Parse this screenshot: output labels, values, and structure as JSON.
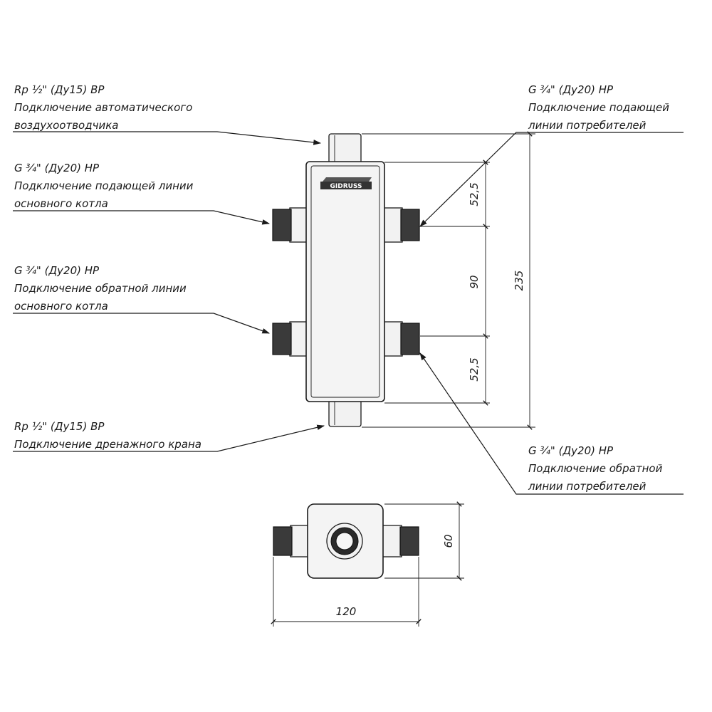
{
  "labels": {
    "air_vent": {
      "line1": "Rp ½\" (Ду15) ВР",
      "line2": "Подключение автоматического",
      "line3": "воздухоотводчика"
    },
    "boiler_supply": {
      "line1": "G ¾\" (Ду20) НР",
      "line2": "Подключение подающей линии",
      "line3": "основного котла"
    },
    "boiler_return": {
      "line1": "G ¾\" (Ду20) НР",
      "line2": "Подключение обратной линии",
      "line3": "основного котла"
    },
    "drain": {
      "line1": "Rp ½\" (Ду15) ВР",
      "line2": "Подключение дренажного крана"
    },
    "consumer_supply": {
      "line1": "G ¾\" (Ду20) НР",
      "line2": "Подключение подающей",
      "line3": "линии потребителей"
    },
    "consumer_return": {
      "line1": "G ¾\" (Ду20) НР",
      "line2": "Подключение обратной",
      "line3": "линии потребителей"
    }
  },
  "dimensions": {
    "top_offset": "52,5",
    "spacing": "90",
    "bottom_offset": "52,5",
    "total_height": "235",
    "depth": "60",
    "width": "120"
  },
  "logo_text": "GIDRUSS",
  "colors": {
    "line": "#1a1a1a",
    "thread": "#3a3a3a",
    "body": "#f4f4f4"
  }
}
